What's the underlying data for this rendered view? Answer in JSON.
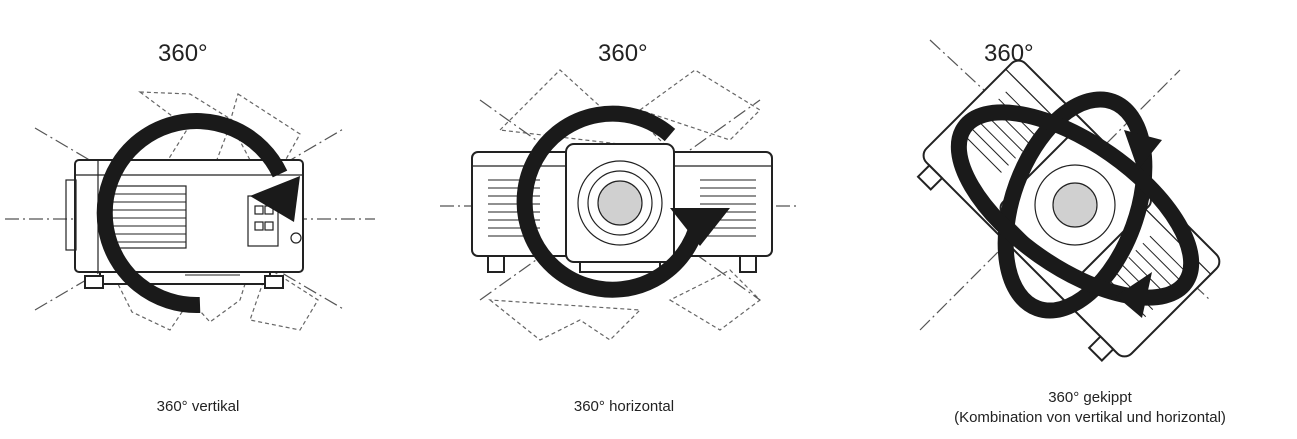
{
  "panels": [
    {
      "degree_label": "360°",
      "caption": "360° vertikal"
    },
    {
      "degree_label": "360°",
      "caption": "360° horizontal"
    },
    {
      "degree_label": "360°",
      "caption_line1": "360° gekippt",
      "caption_line2": "(Kombination von vertikal und horizontal)"
    }
  ],
  "colors": {
    "arrow": "#1a1a1a",
    "outline": "#222222",
    "dashed": "#666666"
  },
  "icons": [
    "rotation-arrow-icon",
    "projector-side-icon",
    "projector-front-icon",
    "projector-tilted-icon"
  ]
}
